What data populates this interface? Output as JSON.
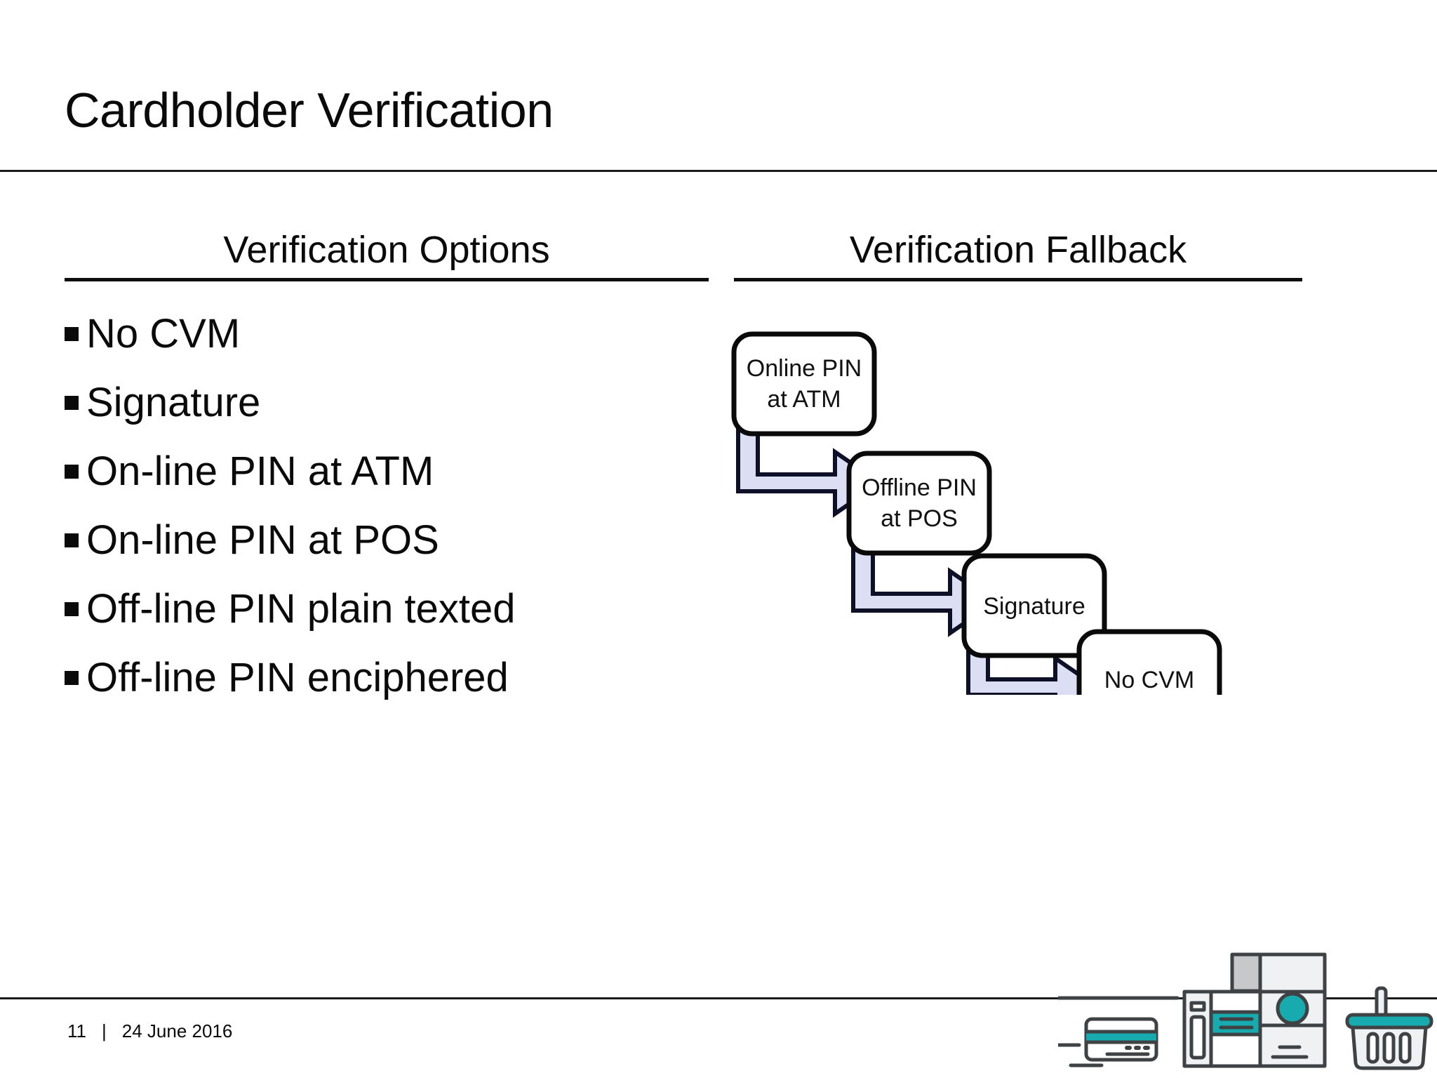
{
  "slide": {
    "title": "Cardholder Verification"
  },
  "columns": {
    "left": {
      "heading": "Verification Options",
      "items": [
        "No CVM",
        "Signature",
        "On-line PIN at ATM",
        "On-line PIN at POS",
        "Off-line PIN plain texted",
        "Off-line PIN enciphered"
      ]
    },
    "right": {
      "heading": "Verification Fallback"
    }
  },
  "flow": {
    "nodes": [
      {
        "id": "online-pin-atm",
        "line1": "Online PIN",
        "line2": "at ATM"
      },
      {
        "id": "offline-pin-pos",
        "line1": "Offline PIN",
        "line2": "at POS"
      },
      {
        "id": "signature",
        "line1": "Signature",
        "line2": ""
      },
      {
        "id": "no-cvm",
        "line1": "No CVM",
        "line2": ""
      }
    ]
  },
  "footer": {
    "page": "11",
    "separator": "|",
    "date": "24 June 2016"
  },
  "artwork": {
    "icons": [
      "credit-card-icon",
      "pos-terminal-icon",
      "shopping-basket-icon"
    ]
  },
  "colors": {
    "text": "#0a0a0a",
    "rule": "#1a1a1a",
    "arrow_fill": "#dcdef3",
    "arrow_stroke": "#0d1026",
    "node_stroke": "#0a0a0a",
    "node_fill": "#ffffff",
    "teal": "#17abaf",
    "artwork_dark": "#3f4245",
    "artwork_grey": "#c6c8ca",
    "artwork_light": "#eff1f2"
  }
}
